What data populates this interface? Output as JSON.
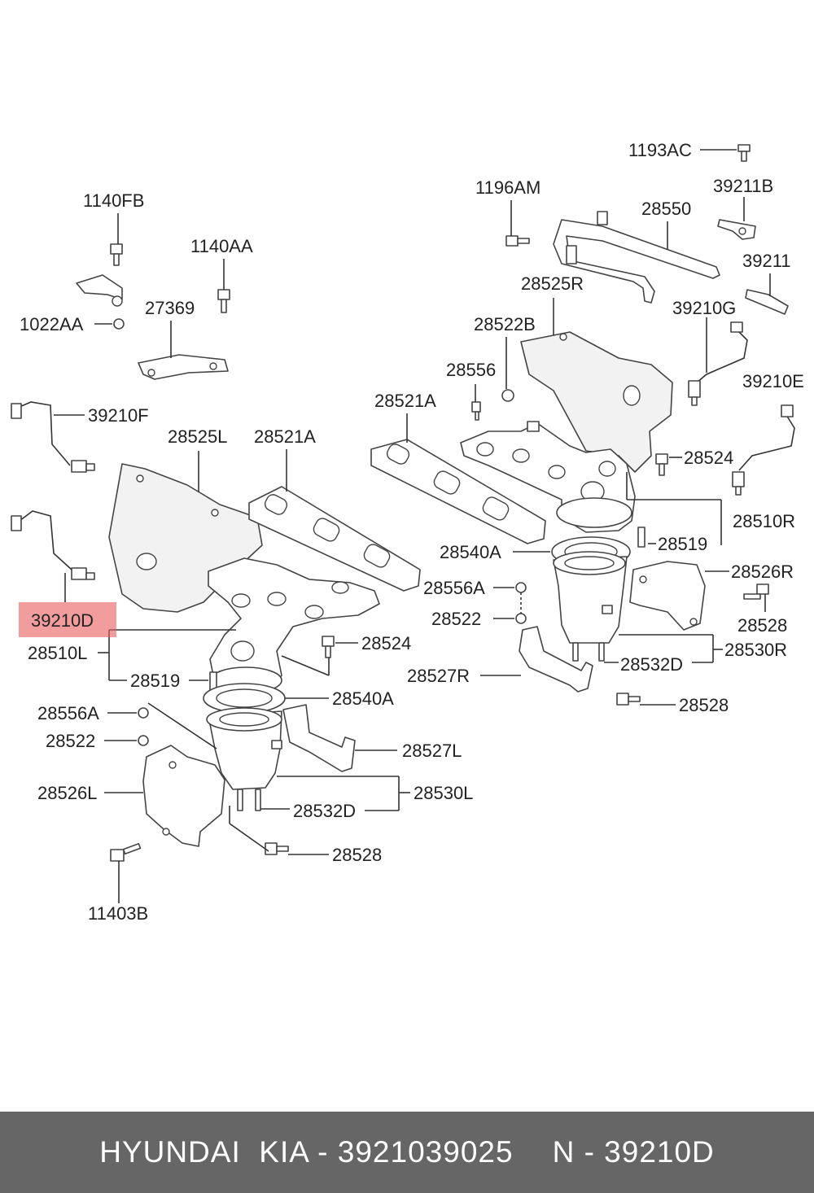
{
  "diagram": {
    "highlight_color": "#e85c5c",
    "highlighted_part": "39210D",
    "labels": {
      "p1193AC": "1193AC",
      "p1196AM": "1196AM",
      "p39211B": "39211B",
      "p28550": "28550",
      "p39211": "39211",
      "p28525R": "28525R",
      "p39210G": "39210G",
      "p28522B": "28522B",
      "p28556": "28556",
      "p39210E": "39210E",
      "p28521A_r": "28521A",
      "p28524_r": "28524",
      "p28510R": "28510R",
      "p28519_r": "28519",
      "p28540A_r": "28540A",
      "p28526R": "28526R",
      "p28556A_r": "28556A",
      "p28528_r1": "28528",
      "p28522_r": "28522",
      "p28532D_r": "28532D",
      "p28530R": "28530R",
      "p28527R": "28527R",
      "p28528_r2": "28528",
      "p1140FB": "1140FB",
      "p1140AA": "1140AA",
      "p27369": "27369",
      "p1022AA": "1022AA",
      "p39210F": "39210F",
      "p28525L": "28525L",
      "p28521A_l": "28521A",
      "p39210D": "39210D",
      "p28510L": "28510L",
      "p28524_l": "28524",
      "p28519_l": "28519",
      "p28540A_l": "28540A",
      "p28556A_l": "28556A",
      "p28522_l": "28522",
      "p28527L": "28527L",
      "p28526L": "28526L",
      "p28530L": "28530L",
      "p28532D_l": "28532D",
      "p28528_l": "28528",
      "p11403B": "11403B"
    }
  },
  "footer": {
    "brand": "HYUNDAI  KIA - 3921039025",
    "part": "N - 39210D"
  }
}
